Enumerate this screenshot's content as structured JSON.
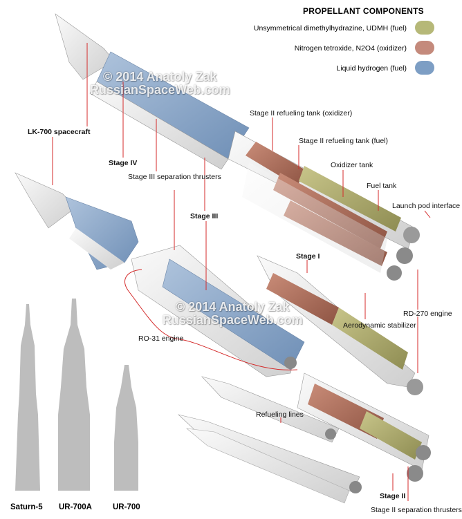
{
  "legend": {
    "title": "PROPELLANT COMPONENTS",
    "items": [
      {
        "label": "Unsymmetrical dimethylhydrazine, UDMH (fuel)",
        "color": "#b6b878"
      },
      {
        "label": "Nitrogen tetroxide, N2O4 (oxidizer)",
        "color": "#c48a7c"
      },
      {
        "label": "Liquid hydrogen (fuel)",
        "color": "#7d9ec4"
      }
    ]
  },
  "watermark": {
    "line1": "© 2014 Anatoly Zak",
    "line2": "RussianSpaceWeb.com"
  },
  "labels": {
    "lk700": "LK-700 spacecraft",
    "stage4": "Stage IV",
    "stage3_sep": "Stage III separation thrusters",
    "stage3": "Stage III",
    "stage2_tank_ox": "Stage II refueling tank (oxidizer)",
    "stage2_tank_fuel": "Stage II refueling tank (fuel)",
    "oxidizer_tank": "Oxidizer tank",
    "fuel_tank": "Fuel tank",
    "launch_pod": "Launch pod interface",
    "stage1": "Stage I",
    "aero": "Aerodynamic stabilizer",
    "rd270": "RD-270 engine",
    "ro31": "RO-31 engine",
    "refuel_lines": "Refueling lines",
    "stage2": "Stage II",
    "stage2_sep": "Stage II separation thrusters"
  },
  "silhouettes": [
    "Saturn-5",
    "UR-700A",
    "UR-700"
  ]
}
